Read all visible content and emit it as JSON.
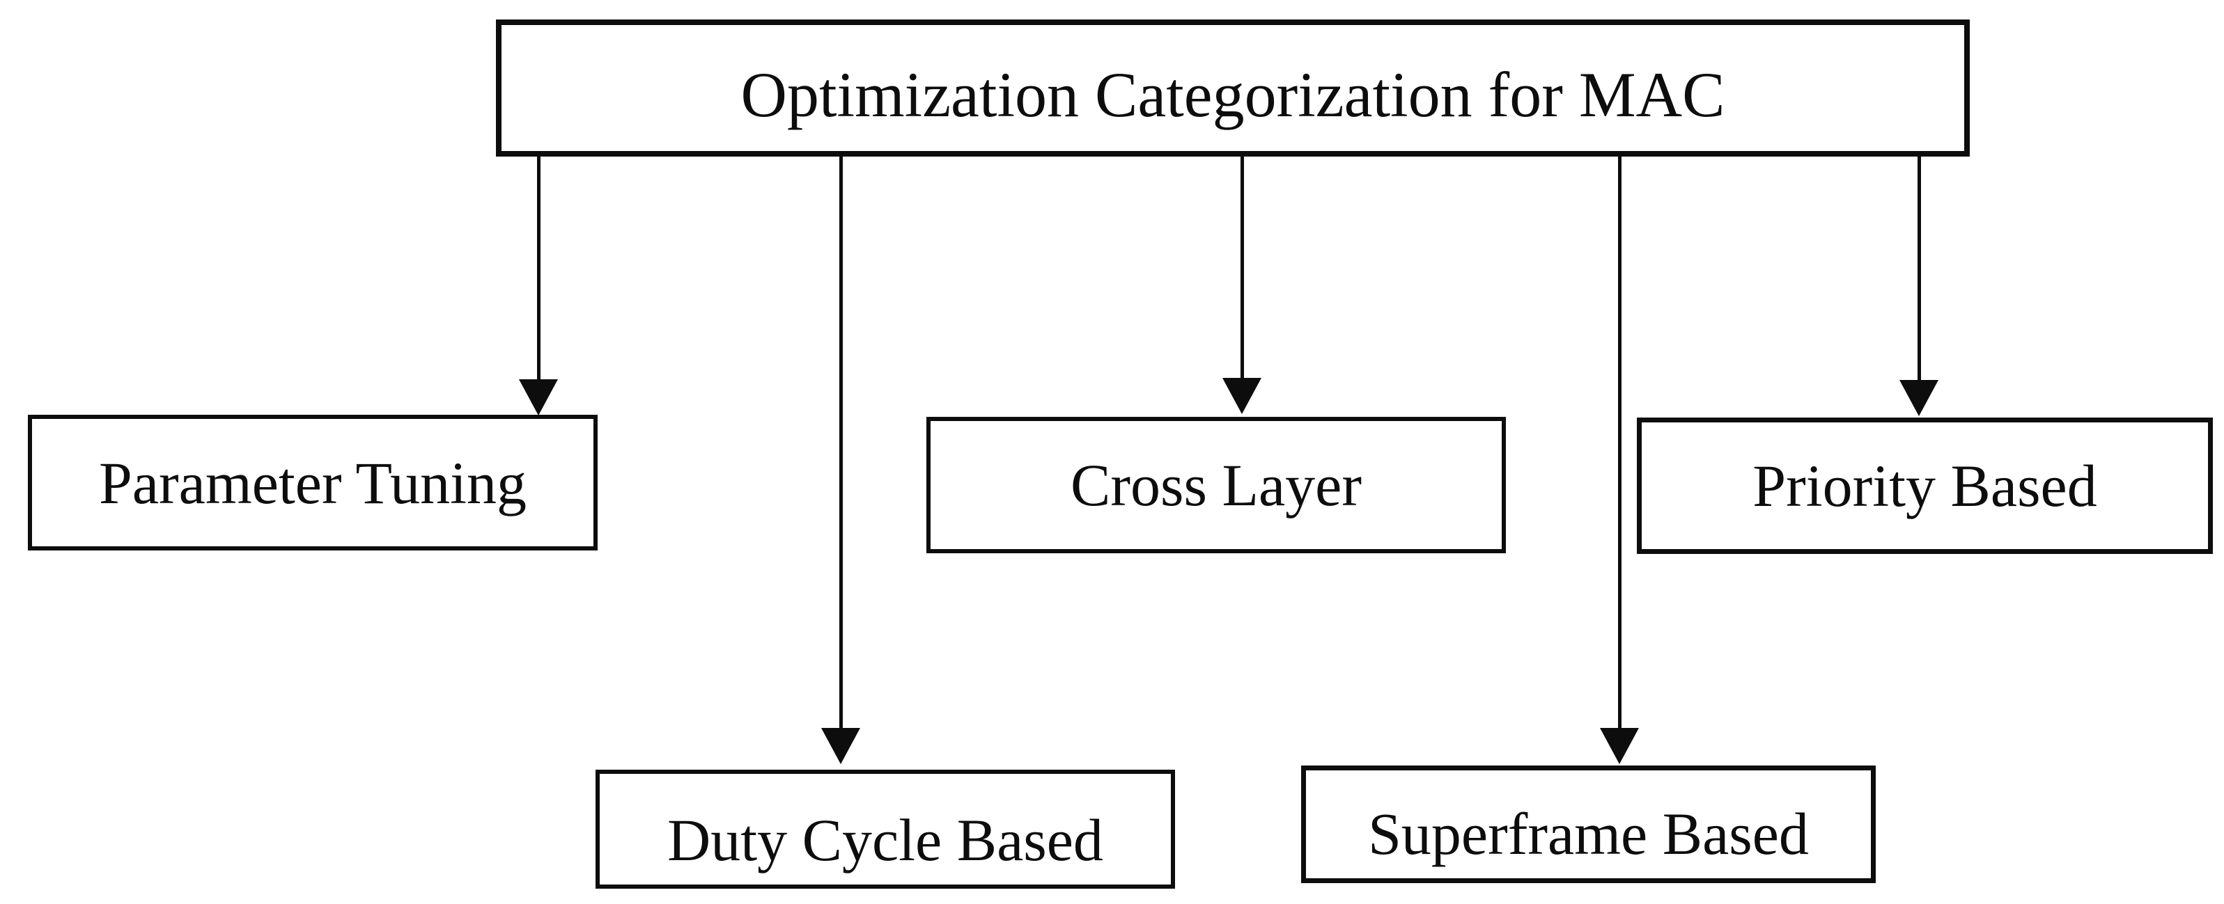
{
  "diagram": {
    "title": "Optimization Categorization for MAC",
    "categories": [
      {
        "id": "parameter-tuning",
        "label": "Parameter Tuning"
      },
      {
        "id": "duty-cycle-based",
        "label": "Duty Cycle Based"
      },
      {
        "id": "cross-layer",
        "label": "Cross Layer"
      },
      {
        "id": "superframe-based",
        "label": "Superframe Based"
      },
      {
        "id": "priority-based",
        "label": "Priority Based"
      }
    ],
    "colors": {
      "ink": "#0d0d0d",
      "background": "#ffffff"
    }
  }
}
